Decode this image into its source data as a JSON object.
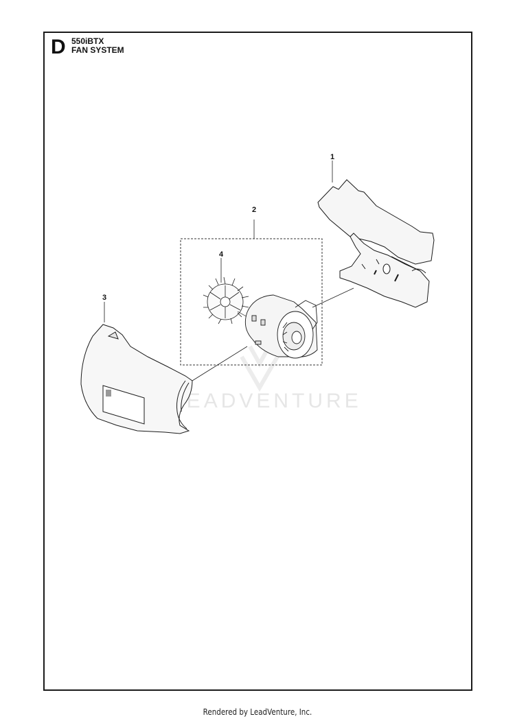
{
  "header": {
    "section_letter": "D",
    "model": "550iBTX",
    "title": "FAN SYSTEM"
  },
  "callouts": [
    {
      "number": "1",
      "part": "housing-bracket"
    },
    {
      "number": "2",
      "part": "fan-motor-assembly"
    },
    {
      "number": "3",
      "part": "fan-cover"
    },
    {
      "number": "4",
      "part": "fan-impeller"
    }
  ],
  "watermark": "LEADVENTURE",
  "footer": {
    "text": "Rendered by LeadVenture, Inc."
  },
  "colors": {
    "line": "#1a1a1a",
    "part_fill": "#f4f4f4",
    "watermark": "#e6e6e6"
  }
}
